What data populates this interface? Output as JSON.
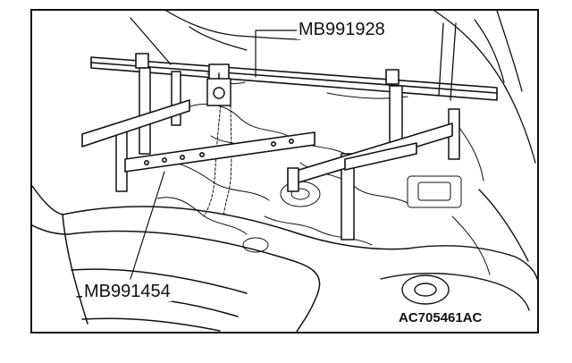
{
  "callouts": {
    "top_label": "MB991928",
    "bottom_label": "MB991454"
  },
  "figure_code": "AC705461AC",
  "colors": {
    "line": "#111111",
    "background": "#ffffff"
  }
}
